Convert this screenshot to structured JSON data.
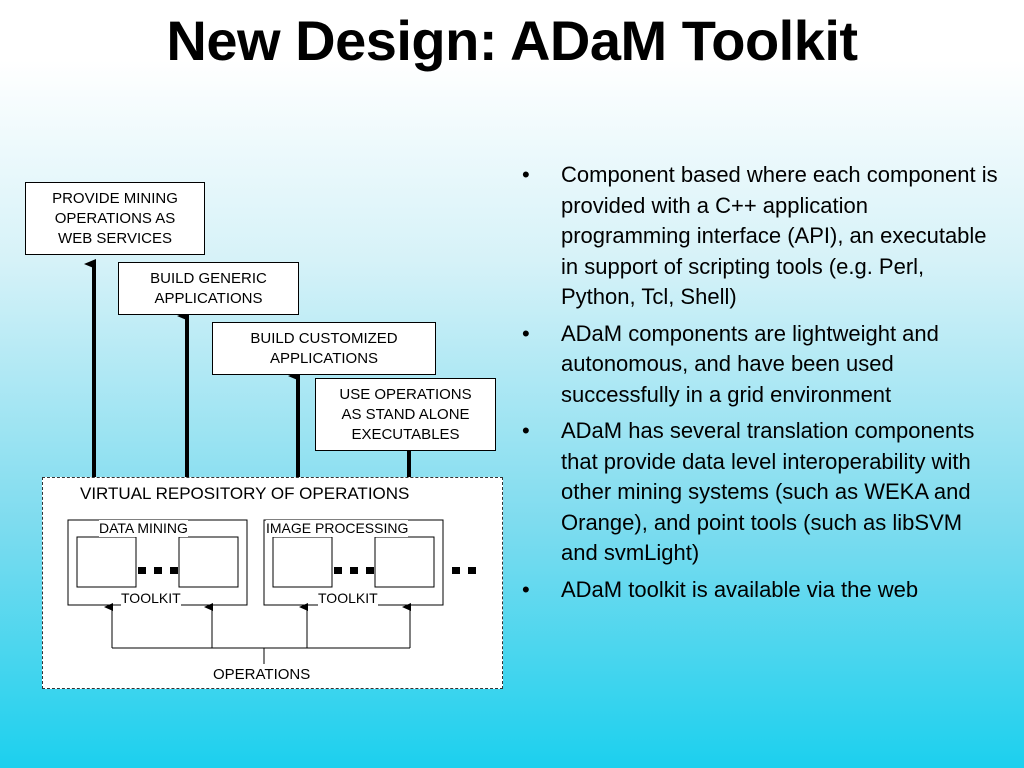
{
  "title": "New Design: ADaM Toolkit",
  "diagram": {
    "stack_boxes": [
      "PROVIDE MINING\nOPERATIONS AS\nWEB SERVICES",
      "BUILD GENERIC\nAPPLICATIONS",
      "BUILD CUSTOMIZED\nAPPLICATIONS",
      "USE OPERATIONS\nAS STAND ALONE\nEXECUTABLES"
    ],
    "repository_label": "VIRTUAL REPOSITORY OF OPERATIONS",
    "toolkits": [
      {
        "name": "DATA MINING",
        "footer": "TOOLKIT"
      },
      {
        "name": "IMAGE PROCESSING",
        "footer": "TOOLKIT"
      }
    ],
    "operations_label": "OPERATIONS"
  },
  "bullets": [
    "Component based where each component is provided with a C++ application programming interface (API), an executable in support of scripting tools (e.g. Perl, Python, Tcl, Shell)",
    "ADaM components are lightweight and autonomous, and have been used successfully in a grid environment",
    "ADaM has several translation components that provide data level interoperability with other mining systems (such as WEKA and Orange), and point tools (such as libSVM and svmLight)",
    "ADaM toolkit is available via the web"
  ],
  "bullet_symbol": "•"
}
